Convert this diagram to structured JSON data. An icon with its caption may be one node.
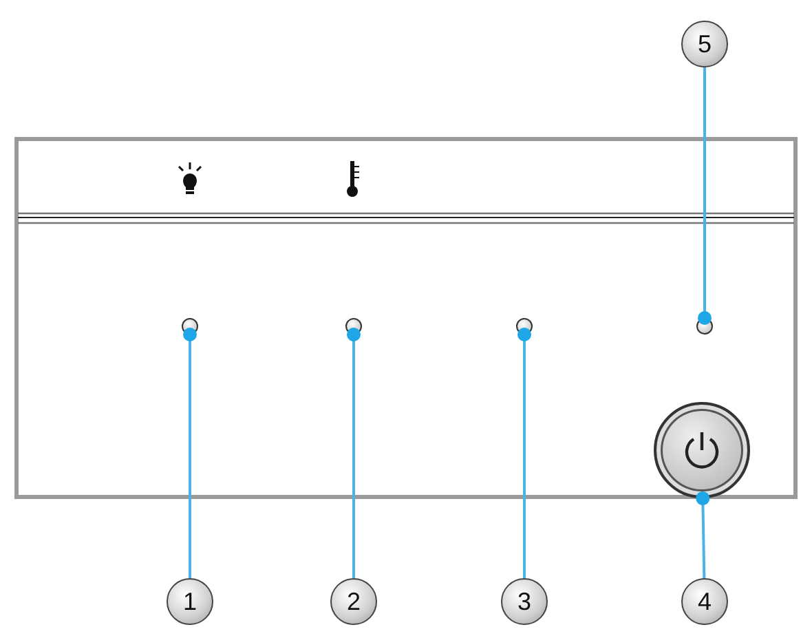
{
  "diagram": {
    "nodes": [
      {
        "text": [
          "5"
        ]
      },
      {
        "text": [
          "1"
        ]
      },
      {
        "text": [
          "2"
        ]
      },
      {
        "text": [
          "3"
        ]
      },
      {
        "text": [
          "4"
        ]
      },
      {
        "text": [],
        "shape": "circle"
      },
      {
        "text": [],
        "shape": "circle"
      },
      {
        "text": [],
        "shape": "circle"
      },
      {
        "text": [],
        "shape": "circle"
      },
      {
        "text": [],
        "shape": "button"
      }
    ],
    "edges": [
      {
        "from": 0,
        "to": 8,
        "arrow": "other"
      },
      {
        "from": 1,
        "to": 5,
        "arrow": "other"
      },
      {
        "from": 2,
        "to": 6,
        "arrow": "other"
      },
      {
        "from": 3,
        "to": 7,
        "arrow": "other"
      },
      {
        "from": 4,
        "to": 9,
        "arrow": "other"
      }
    ]
  }
}
